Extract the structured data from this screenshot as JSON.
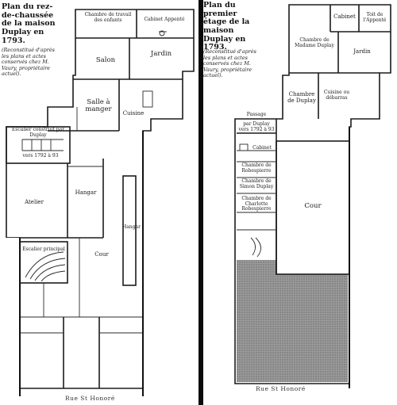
{
  "left_plan": {
    "title": "Plan du rez-de-chaussée de la maison Duplay en 1793.",
    "note": "(Reconstitué d'après les plans et actes conservés chez M. Vaury, propriétaire actuel).",
    "rooms": {
      "chambre_travail": "Chambre de travail des enfants",
      "cabinet_appente": "Cabinet Appenté",
      "salon": "Salon",
      "jardin": "Jardin",
      "salle_a_manger": "Salle à manger",
      "cuisine": "Cuisine",
      "escalier_actuel": "Escalier construit par Duplay",
      "escalier_year": "vers 1792 à 93",
      "hangar": "Hangar",
      "atelier": "Atelier",
      "hangar_side": "Hangar",
      "cour": "Cour",
      "escalier_principal": "Escalier principal"
    },
    "street": "Rue St Honoré"
  },
  "right_plan": {
    "title": "Plan du premier étage de la maison Duplay en 1793.",
    "note": "(Reconstitué d'après les plans et actes conservés chez M. Vaury, propriétaire actuel).",
    "rooms": {
      "cabinet": "Cabinet",
      "toit_appente": "Toit de l'Appenté",
      "chambre_mme_duplay": "Chambre de Madame Duplay",
      "jardin": "Jardin",
      "chambre_duplay": "Chambre de Duplay",
      "cuisine_debarras": "Cuisine ou débarras",
      "passage": "Passage",
      "escalier_duplay": "par Duplay vers 1792 à 93",
      "cabinet_small": "Cabinet",
      "chambre_robespierre": "Chambre de Robespierre",
      "chambre_simon_duplay": "Chambre de Simon Duplay",
      "chambre_charlotte": "Chambre de Charlotte Robespierre",
      "cour": "Cour"
    },
    "street": "Rue St Honoré"
  }
}
